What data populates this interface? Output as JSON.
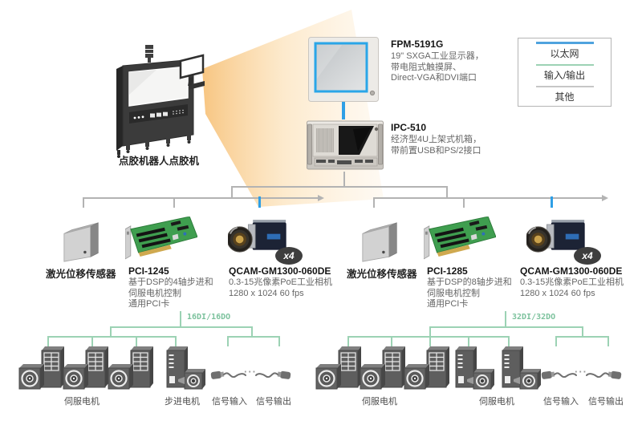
{
  "machine": {
    "label": "点胶机器人点胶机"
  },
  "monitor": {
    "name": "FPM-5191G",
    "desc": [
      "19\" SXGA工业显示器，",
      "带电阻式触摸屏、",
      "Direct-VGA和DVI端口"
    ]
  },
  "ipc": {
    "name": "IPC-510",
    "desc": [
      "经济型4U上架式机箱，",
      "带前置USB和PS/2接口"
    ]
  },
  "legend": {
    "items": [
      {
        "label": "以太网",
        "color": "#4FA3DE"
      },
      {
        "label": "输入/输出",
        "color": "#9CD2B4"
      },
      {
        "label": "其他",
        "color": "#C6C6C6"
      }
    ]
  },
  "colors": {
    "ethernet_blue": "#2E9FE6",
    "io_green": "#9CD2B4",
    "other_gray": "#B3B3B3",
    "beam_yellow": "#F8BE6E"
  },
  "groups": {
    "left": {
      "sensor_label": "激光位移传感器",
      "card_name": "PCI-1245",
      "card_desc": [
        "基于DSP的4轴步进和",
        "伺服电机控制",
        "通用PCI卡"
      ],
      "camera_name": "QCAM-GM1300-060DE",
      "camera_desc": [
        "0.3-15兆像素PoE工业相机",
        "1280 x 1024 60 fps"
      ],
      "camera_badge": "x4",
      "io_label": "16DI/16DO",
      "labels": {
        "servo": "伺服电机",
        "stepper": "步进电机",
        "sig_in": "信号输入",
        "sig_out": "信号输出",
        "dots": "···"
      }
    },
    "right": {
      "sensor_label": "激光位移传感器",
      "card_name": "PCI-1285",
      "card_desc": [
        "基于DSP的8轴步进和",
        "伺服电机控制",
        "通用PCI卡"
      ],
      "camera_name": "QCAM-GM1300-060DE",
      "camera_desc": [
        "0.3-15兆像素PoE工业相机",
        "1280 x 1024 60 fps"
      ],
      "camera_badge": "x4",
      "io_label": "32DI/32DO",
      "labels": {
        "servo": "伺服电机",
        "servo2": "伺服电机",
        "sig_in": "信号输入",
        "sig_out": "信号输出",
        "dots": "···"
      }
    }
  }
}
